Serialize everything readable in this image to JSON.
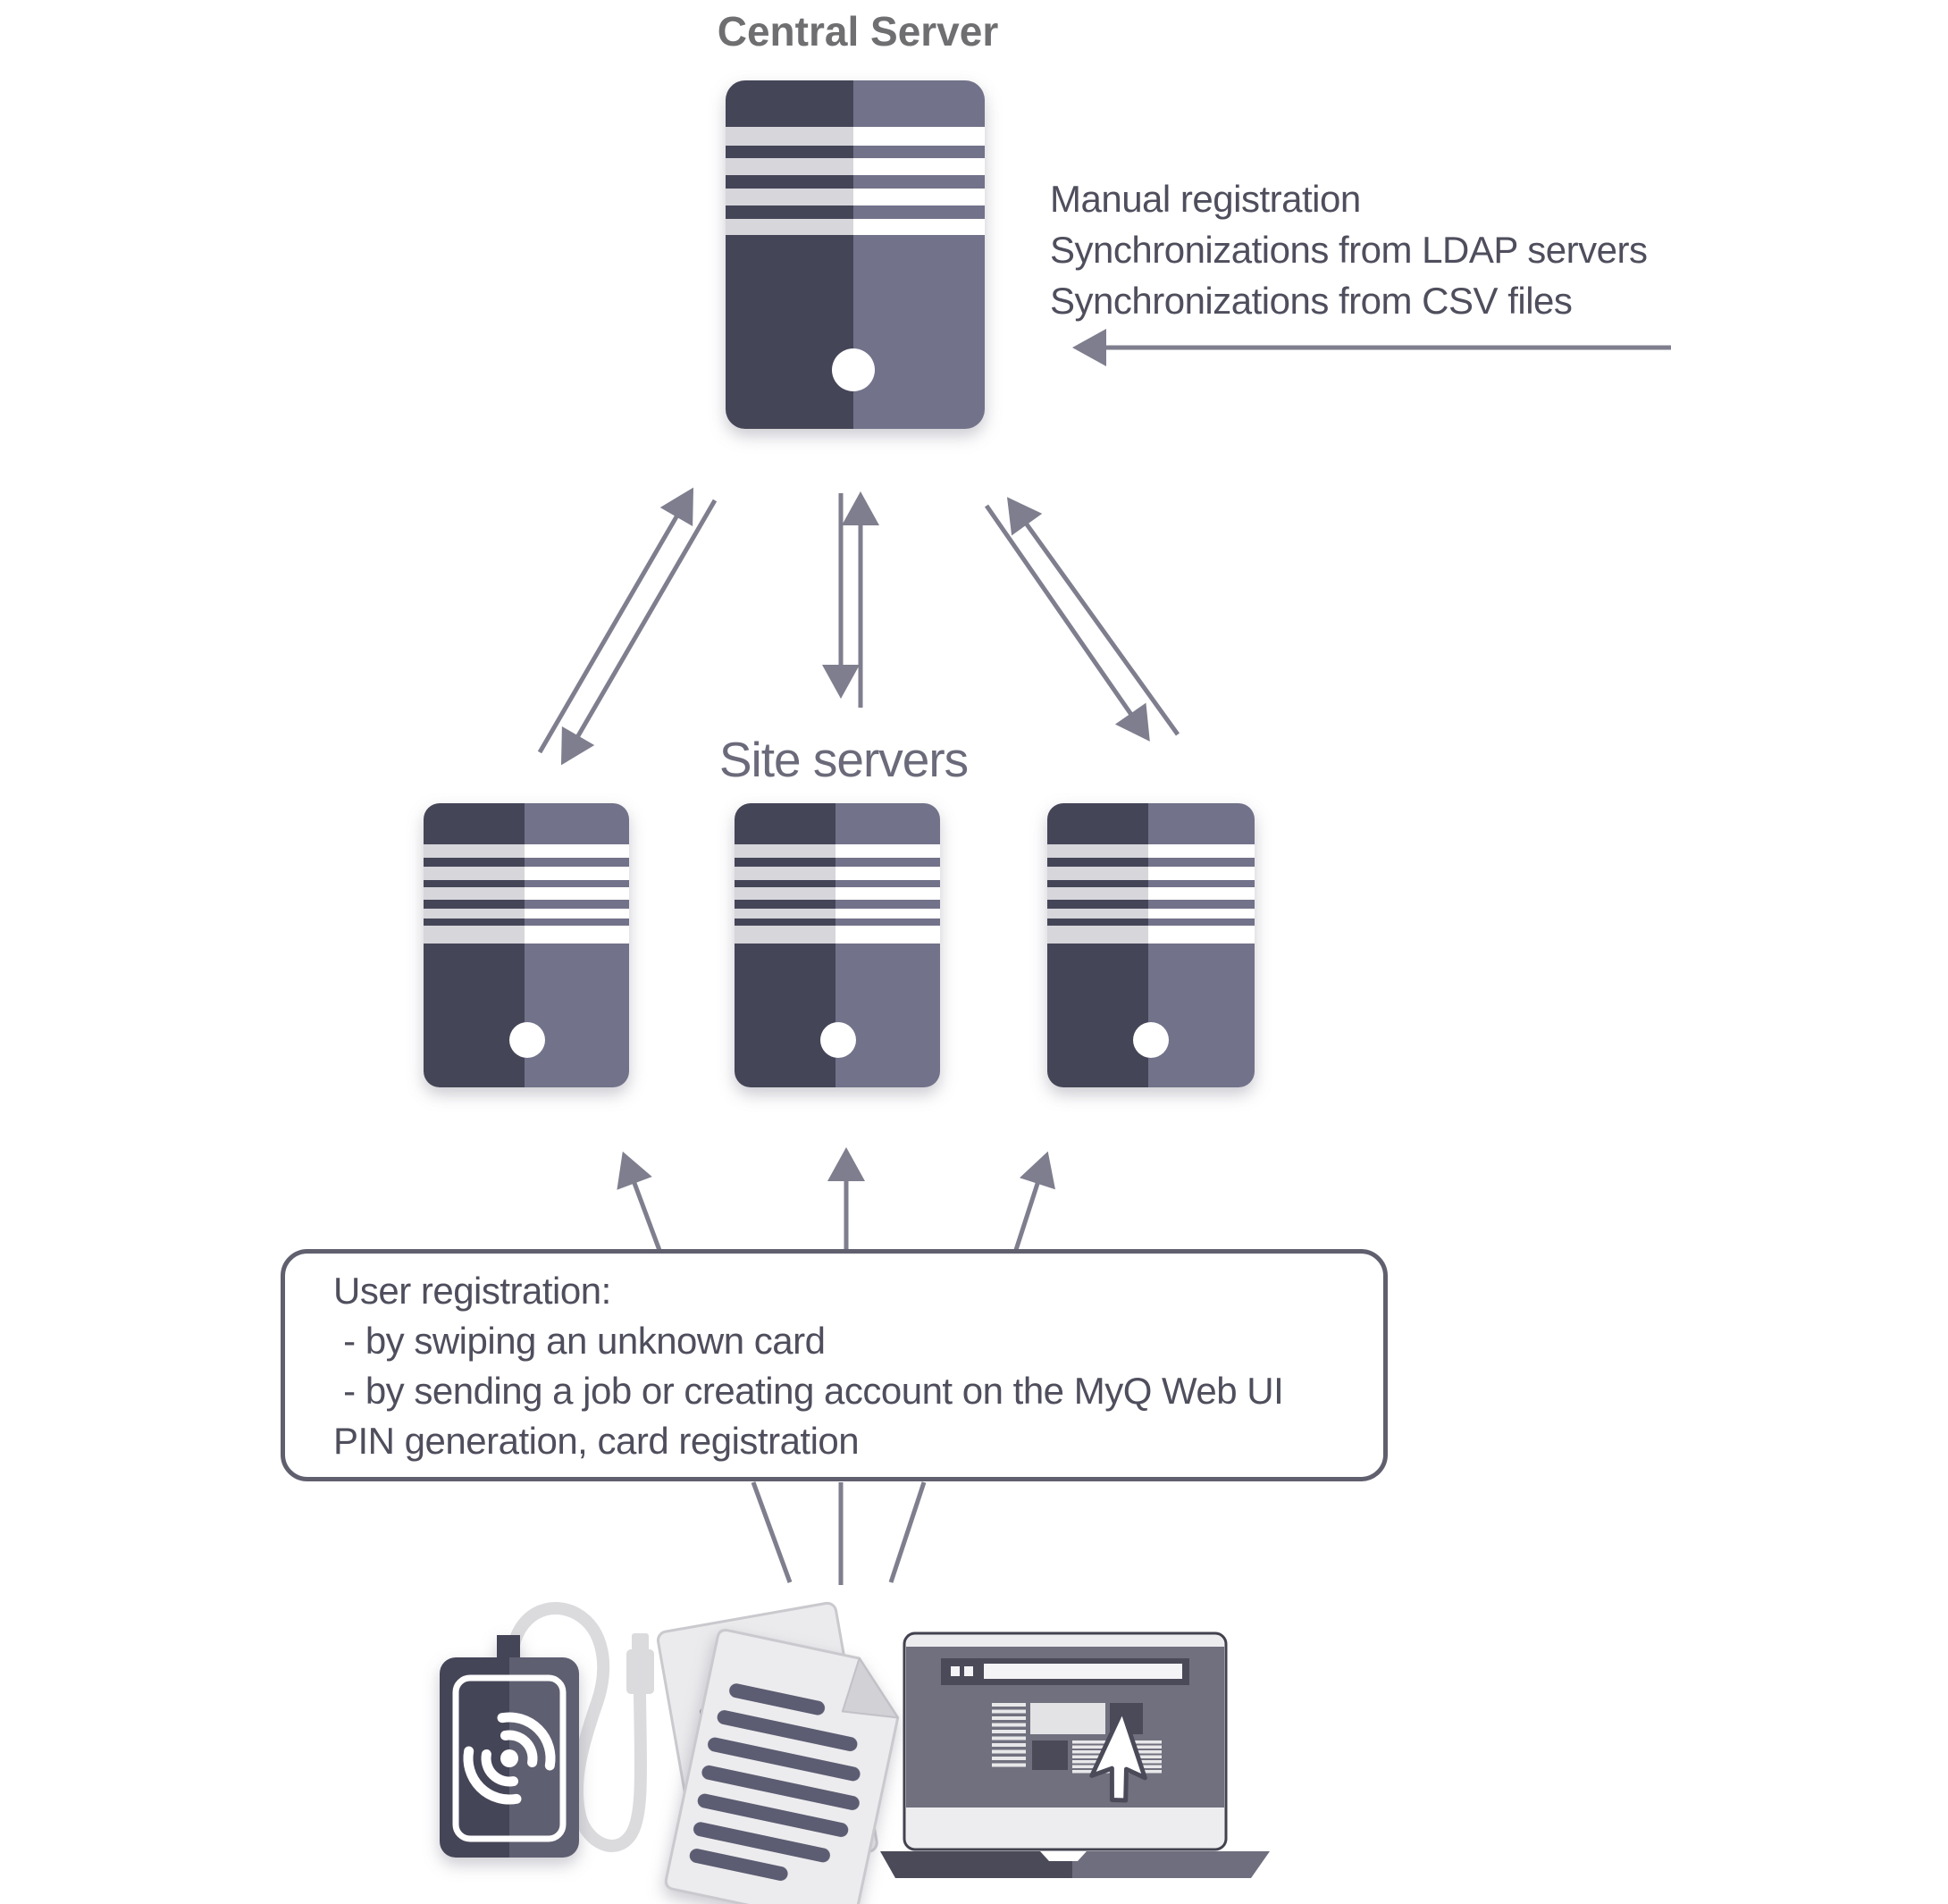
{
  "title": "Central Server",
  "registration_info": {
    "lines": [
      "Manual registration",
      "Synchronizations from LDAP servers",
      "Synchronizations from CSV files"
    ]
  },
  "site_servers": {
    "label": "Site servers",
    "count": 3
  },
  "user_registration_box": {
    "lines": [
      "User registration:",
      " - by swiping an unknown card",
      " - by sending a job or creating account on the MyQ Web UI",
      "PIN generation, card registration"
    ]
  },
  "icons": {
    "central_server": "server-tower",
    "site_server": "server-tower",
    "card_reader": "rfid-card-reader",
    "documents": "print-job-documents",
    "laptop": "web-ui-laptop",
    "cursor": "mouse-cursor",
    "sync_arrows": "double-sided-arrow",
    "manual_registration_arrow": "left-arrow"
  },
  "colors": {
    "title_text": "#6F6F71",
    "body_text": "#4E4E5D",
    "label_text": "#6A6A7A",
    "line": "#7E7E8E",
    "box_border": "#5F5F6E",
    "server_dark": "#454558",
    "server_light": "#72728A",
    "stripe_left": "#D6D6DB",
    "stripe_right": "#FFFFFF",
    "page_fill": "#ECECEF",
    "page_border": "#C9C9CE",
    "cable": "#DBDBDE",
    "screen_body": "#70707F",
    "chrome_dark": "#4A4A59",
    "screen_frame": "#EDEDEF"
  }
}
